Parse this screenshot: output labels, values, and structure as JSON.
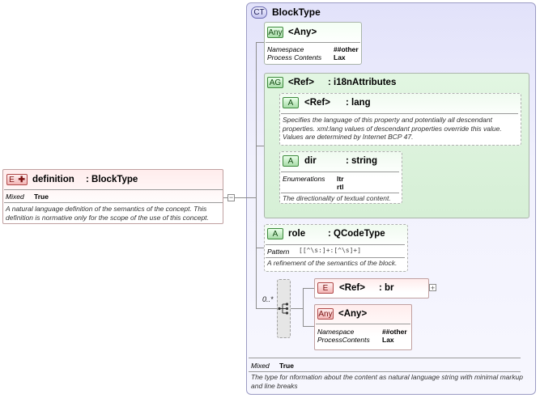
{
  "complex_type": {
    "badge": "CT",
    "name": "BlockType",
    "mixed_label": "Mixed",
    "mixed_value": "True",
    "description": "The type for nformation about the content as natural language string with minimal markup and line breaks"
  },
  "element": {
    "badge": "E",
    "name": "definition",
    "type": ": BlockType",
    "mixed_label": "Mixed",
    "mixed_value": "True",
    "description": "A natural language definition of the semantics of the concept. This definition is normative only for the scope of the use of this concept.",
    "collapse_symbol": "−"
  },
  "any_attribute": {
    "badge": "Any",
    "name": "<Any>",
    "props": [
      {
        "label": "Namespace",
        "value": "##other"
      },
      {
        "label": "Process Contents",
        "value": "Lax"
      }
    ]
  },
  "attribute_group": {
    "badge": "AG",
    "ref": "<Ref>",
    "name": ": i18nAttributes",
    "lang": {
      "badge": "A",
      "ref": "<Ref>",
      "name": ": lang",
      "description": "Specifies the language of this property and potentially all descendant properties. xml:lang values of descendant properties override this value. Values are determined by Internet BCP 47."
    },
    "dir": {
      "badge": "A",
      "name": "dir",
      "type": ": string",
      "enum_label": "Enumerations",
      "enum_values": [
        "ltr",
        "rtl"
      ],
      "description": "The directionality of textual content."
    }
  },
  "role": {
    "badge": "A",
    "name": "role",
    "type": ": QCodeType",
    "pattern_label": "Pattern",
    "pattern_value": "[[^\\s:]+:[^\\s]+]",
    "description": "A refinement of the semantics of the block."
  },
  "choice": {
    "cardinality": "0..*"
  },
  "br": {
    "badge": "E",
    "ref": "<Ref>",
    "name": ": br",
    "expand_symbol": "+"
  },
  "any_element": {
    "badge": "Any",
    "name": "<Any>",
    "props": [
      {
        "label": "Namespace",
        "value": "##other"
      },
      {
        "label": "ProcessContents",
        "value": "Lax"
      }
    ]
  },
  "colors": {
    "complex_type_fill": "#e6e6fb",
    "element_fill": "#ffe6e6",
    "attribute_fill": "#e8f8e8",
    "connector": "#8c8c8c"
  }
}
